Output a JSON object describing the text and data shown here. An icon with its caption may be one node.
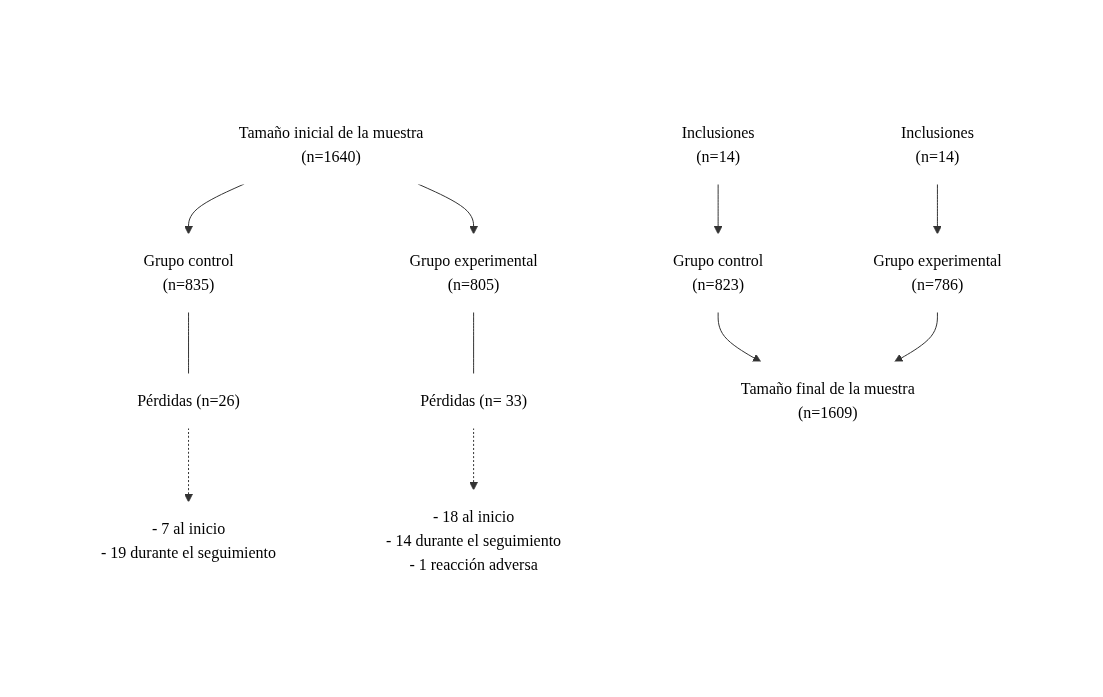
{
  "diagram": {
    "nodes": [
      {
        "text": [
          "Tamaño inicial de la muestra",
          "(n=1640)"
        ]
      },
      {
        "text": [
          "Grupo control",
          "(n=835)"
        ]
      },
      {
        "text": [
          "Grupo experimental",
          "(n=805)"
        ]
      },
      {
        "text": [
          "Pérdidas (n=26)"
        ]
      },
      {
        "text": [
          "- 7 al inicio",
          "- 19 durante el seguimiento"
        ]
      },
      {
        "text": [
          "Inclusiones",
          "(n=14)"
        ]
      },
      {
        "text": [
          "Pérdidas (n= 33)"
        ]
      },
      {
        "text": [
          "- 18 al inicio",
          "- 14 durante el seguimiento",
          "- 1 reacción adversa"
        ]
      },
      {
        "text": [
          "Inclusiones",
          "(n=14)"
        ]
      },
      {
        "text": [
          "Grupo control",
          "(n=823)"
        ]
      },
      {
        "text": [
          "Grupo experimental",
          "(n=786)"
        ]
      },
      {
        "text": [
          "Tamaño final de la muestra",
          "(n=1609)"
        ]
      }
    ],
    "edges": [
      {
        "from": 0,
        "to": 1,
        "arrow": "to"
      },
      {
        "from": 0,
        "to": 2,
        "arrow": "to"
      },
      {
        "from": 1,
        "to": 3,
        "arrow": "none"
      },
      {
        "from": 3,
        "to": 4,
        "arrow": "to",
        "style": "dashed"
      },
      {
        "from": 5,
        "to": 9,
        "arrow": "to"
      },
      {
        "from": 2,
        "to": 6,
        "arrow": "none"
      },
      {
        "from": 6,
        "to": 7,
        "arrow": "to",
        "style": "dashed"
      },
      {
        "from": 8,
        "to": 10,
        "arrow": "to"
      },
      {
        "from": 9,
        "to": 11,
        "arrow": "to"
      },
      {
        "from": 10,
        "to": 11,
        "arrow": "to"
      }
    ]
  }
}
